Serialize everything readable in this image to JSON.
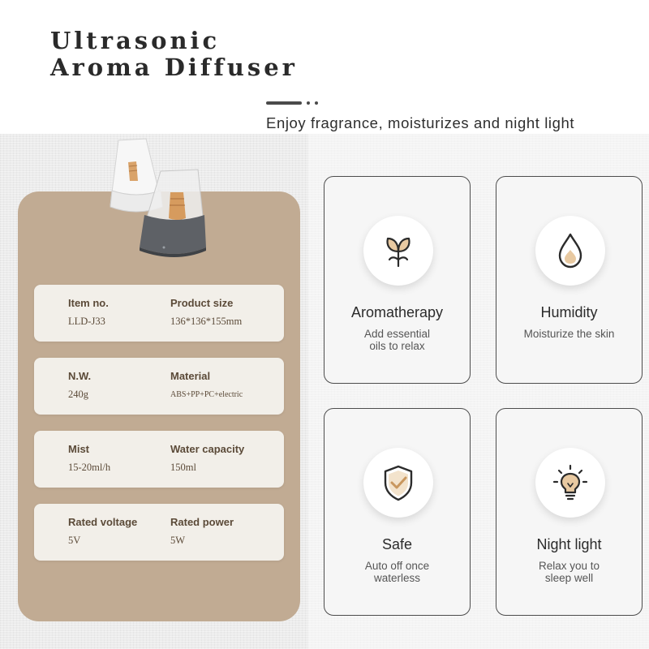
{
  "header": {
    "title_line1": "Ultrasonic",
    "title_line2": "Aroma Diffuser",
    "subtitle": "Enjoy fragrance, moisturizes and night light"
  },
  "specs": [
    {
      "label_a": "Item no.",
      "value_a": "LLD-J33",
      "label_b": "Product size",
      "value_b": "136*136*155mm"
    },
    {
      "label_a": "N.W.",
      "value_a": "240g",
      "label_b": "Material",
      "value_b": "ABS+PP+PC+electric"
    },
    {
      "label_a": "Mist",
      "value_a": "15-20ml/h",
      "label_b": "Water capacity",
      "value_b": "150ml"
    },
    {
      "label_a": "Rated voltage",
      "value_a": "5V",
      "label_b": "Rated power",
      "value_b": "5W"
    }
  ],
  "features": [
    {
      "icon": "flower-icon",
      "title": "Aromatherapy",
      "desc": "Add essential\noils to relax"
    },
    {
      "icon": "water-drop-icon",
      "title": "Humidity",
      "desc": "Moisturize the skin"
    },
    {
      "icon": "shield-check-icon",
      "title": "Safe",
      "desc": "Auto off once\nwaterless"
    },
    {
      "icon": "lightbulb-icon",
      "title": "Night light",
      "desc": "Relax you to\nsleep well"
    }
  ],
  "colors": {
    "panel": "#c1ab93",
    "card": "#f2efe9",
    "accent": "#e8c9a1",
    "text_dark": "#2b2b2b"
  }
}
